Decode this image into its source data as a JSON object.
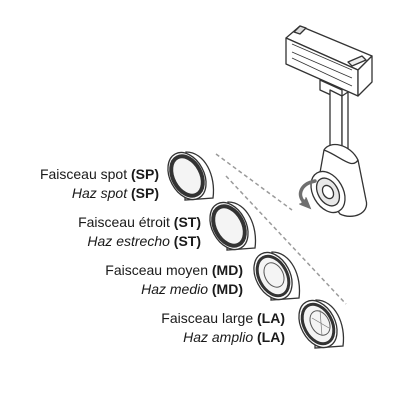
{
  "lenses": [
    {
      "name_fr": "Faisceau spot",
      "name_es": "Haz spot",
      "code": "(SP)"
    },
    {
      "name_fr": "Faisceau étroit",
      "name_es": "Haz estrecho",
      "code": "(ST)"
    },
    {
      "name_fr": "Faisceau moyen",
      "name_es": "Haz medio",
      "code": "(MD)"
    },
    {
      "name_fr": "Faisceau large",
      "name_es": "Haz amplio",
      "code": "(LA)"
    }
  ],
  "colors": {
    "line": "#333333",
    "dashed": "#9a9a9a",
    "arrow": "#6f6f6f",
    "fill": "#ffffff"
  }
}
